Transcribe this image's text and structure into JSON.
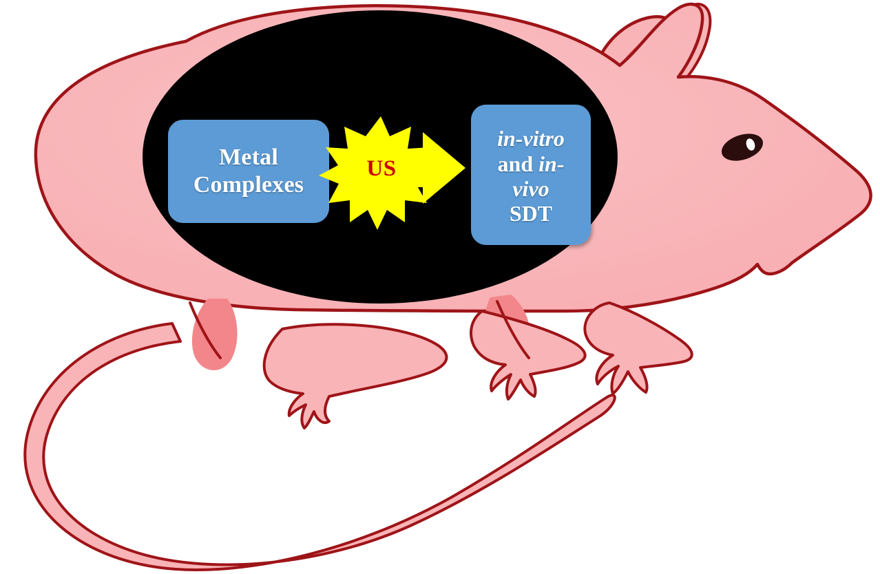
{
  "figure": {
    "type": "graphical-abstract",
    "subject": "laboratory-mouse-with-tumor",
    "alt": "Cartoon pink laboratory mouse in side profile with a black tumor region on its body containing a sonodynamic therapy workflow diagram"
  },
  "diagram": {
    "input_box": {
      "line1": "Metal",
      "line2": "Complexes"
    },
    "stimulus": {
      "label": "US",
      "meaning": "ultrasound"
    },
    "output_box": {
      "line1": "in-vitro",
      "line2_plain": "and ",
      "line2_italic": "in-",
      "line3": "vivo",
      "line4": "SDT"
    }
  },
  "colors": {
    "body_fill": "#f9b4b7",
    "body_outline": "#9e1418",
    "inner_ear": "#f2868a",
    "haunch_patch": "#f2868a",
    "tumor": "#000000",
    "box_fill": "#5b9bd5",
    "box_text": "#ffffff",
    "burst_fill": "#ffff00",
    "burst_text": "#cc0000",
    "arrow_fill": "#ffff00",
    "eye": "#2b0d0d",
    "eye_highlight": "#ffffff",
    "background": "#ffffff"
  },
  "icons": {
    "starburst": "starburst-icon",
    "arrow": "right-arrow-icon",
    "mouse": "mouse-illustration-icon",
    "tumor": "tumor-ellipse-icon",
    "eye": "eye-icon"
  }
}
